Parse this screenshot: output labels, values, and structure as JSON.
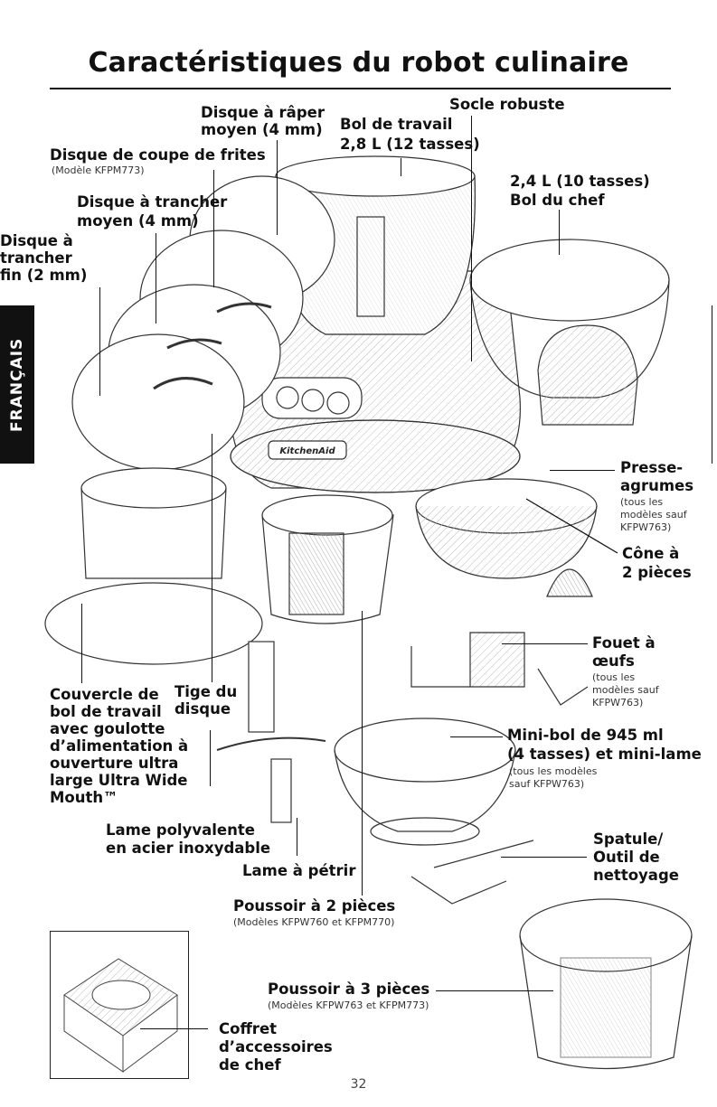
{
  "page": {
    "title": "Caractéristiques du robot culinaire",
    "side_tab": "FRANÇAIS",
    "page_number": "32"
  },
  "labels": {
    "disque_raper": "Disque à râper\nmoyen (4 mm)",
    "disque_raper_1": "Disque à râper",
    "disque_raper_2": "moyen (4 mm)",
    "bol_travail_1": "Bol de travail",
    "bol_travail_2": "2,8 L (12 tasses)",
    "socle": "Socle robuste",
    "frites": "Disque de coupe de frites",
    "frites_sub": "(Modèle KFPM773)",
    "bol_chef_1": "2,4 L (10 tasses)",
    "bol_chef_2": "Bol du chef",
    "trancher_moyen_1": "Disque à trancher",
    "trancher_moyen_2": "moyen (4 mm)",
    "trancher_fin_1": "Disque à",
    "trancher_fin_2": "trancher",
    "trancher_fin_3": "fin (2 mm)",
    "presse_1": "Presse-",
    "presse_2": "agrumes",
    "presse_sub_1": "(tous les",
    "presse_sub_2": "modèles sauf",
    "presse_sub_3": "KFPW763)",
    "cone_1": "Cône à",
    "cone_2": "2 pièces",
    "fouet_1": "Fouet à",
    "fouet_2": "œufs",
    "fouet_sub_1": "(tous les",
    "fouet_sub_2": "modèles sauf",
    "fouet_sub_3": "KFPW763)",
    "couvercle_1": "Couvercle de",
    "couvercle_2": "bol de travail",
    "couvercle_3": "avec goulotte",
    "couvercle_4": "d’alimentation à",
    "couvercle_5": "ouverture ultra",
    "couvercle_6": "large Ultra Wide",
    "couvercle_7": "Mouth™",
    "tige_1": "Tige du",
    "tige_2": "disque",
    "minibol_1": "Mini-bol de 945 ml",
    "minibol_2": "(4 tasses) et mini-lame",
    "minibol_sub_1": "(tous les modèles",
    "minibol_sub_2": "sauf KFPW763)",
    "lame_poly_1": "Lame polyvalente",
    "lame_poly_2": "en acier inoxydable",
    "spatule_1": "Spatule/",
    "spatule_2": "Outil de",
    "spatule_3": "nettoyage",
    "petrir": "Lame à pétrir",
    "poussoir2": "Poussoir à 2 pièces",
    "poussoir2_sub": "(Modèles KFPW760 et KFPM770)",
    "poussoir3": "Poussoir à 3 pièces",
    "poussoir3_sub": "(Modèles KFPW763 et KFPM773)",
    "coffret_1": "Coffret",
    "coffret_2": "d’accessoires",
    "coffret_3": "de chef"
  },
  "logo_text": "KitchenAid"
}
